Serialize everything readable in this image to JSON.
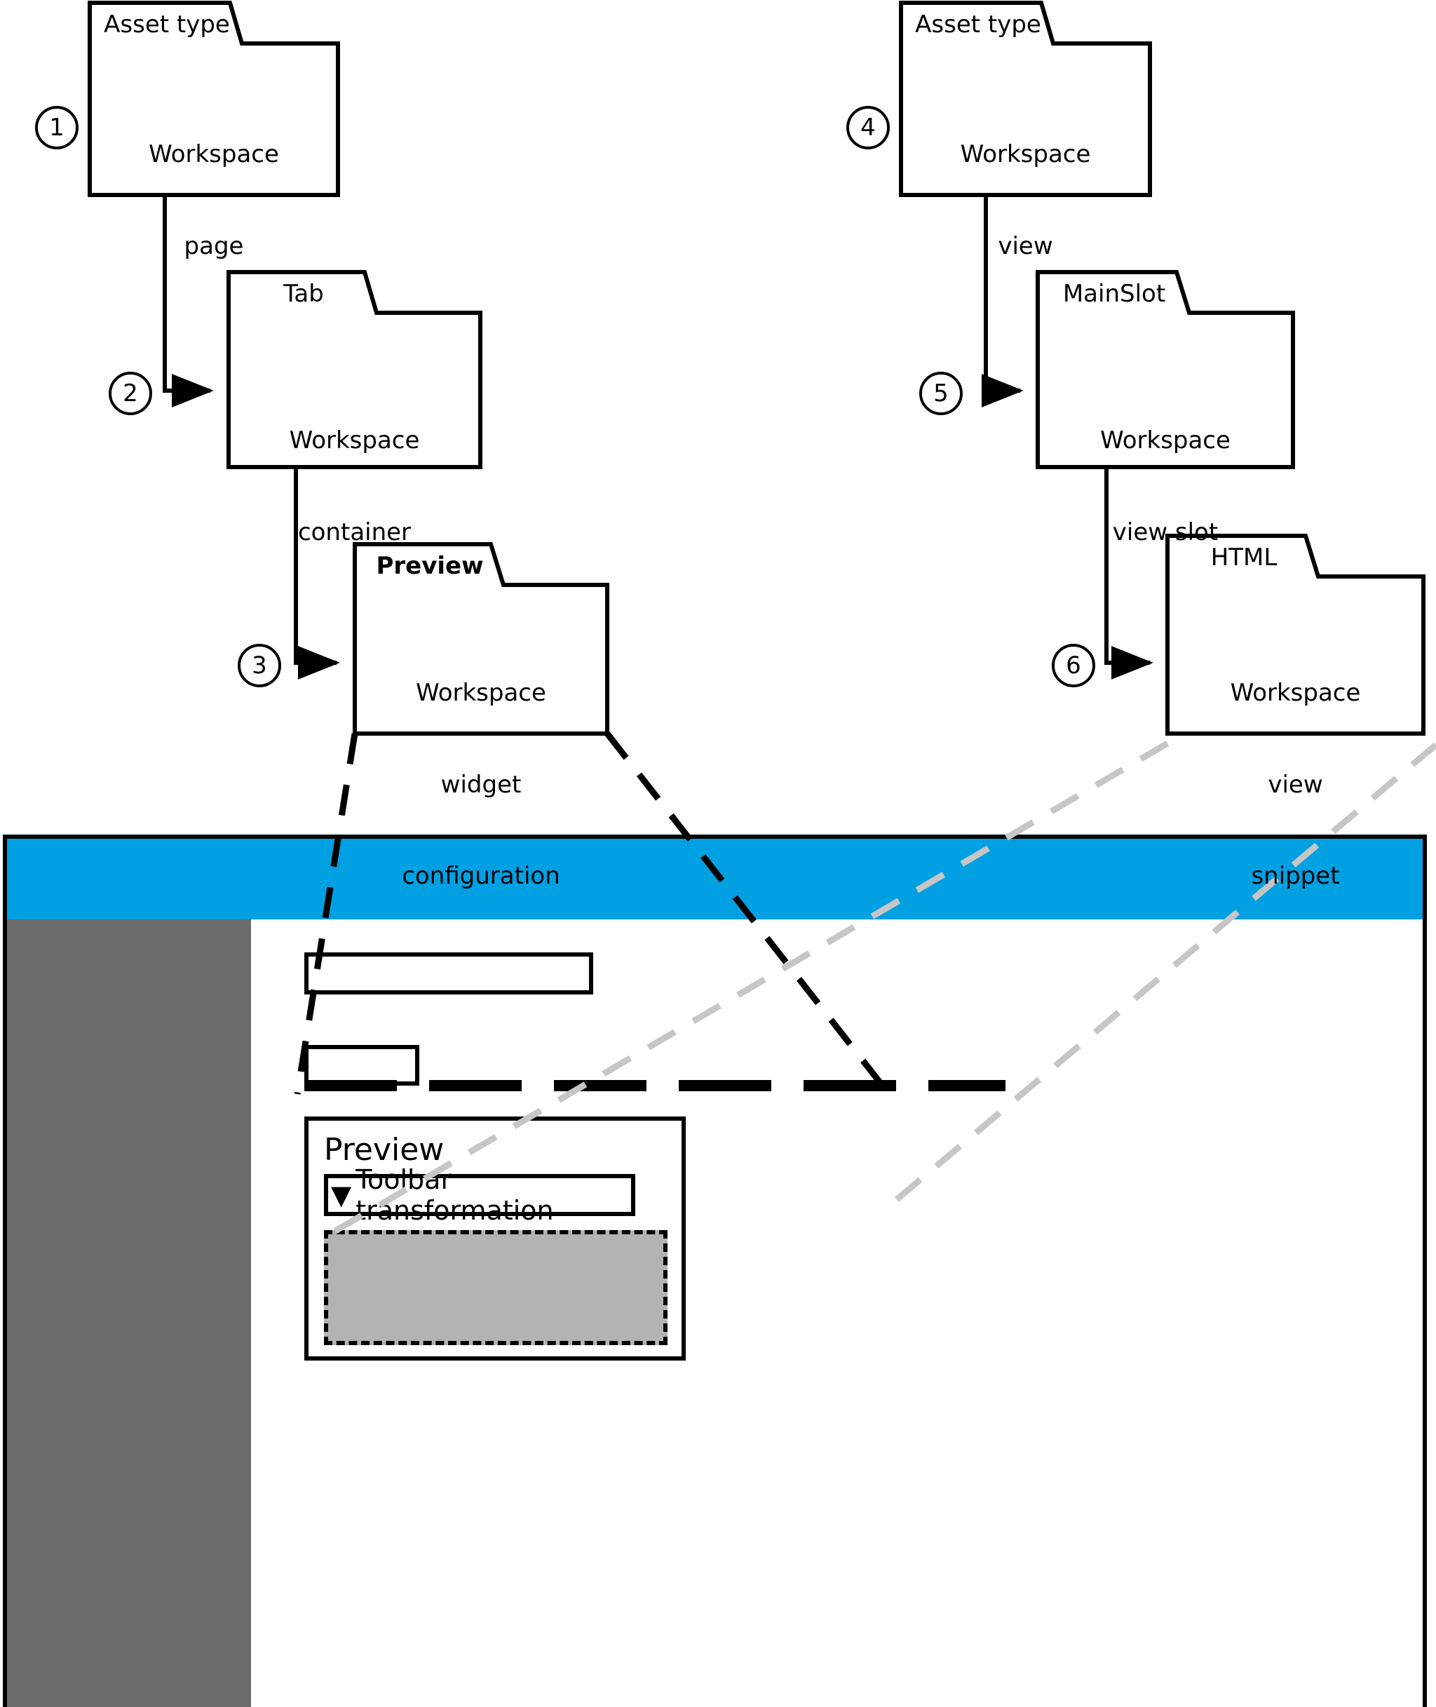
{
  "diagram": {
    "type": "flow-diagram",
    "description": "Mapping of workspace asset types to UI mockup regions",
    "colors": {
      "accent_blue": "#00A0E3",
      "sidebar_gray": "#6B6B6B",
      "placeholder_gray": "#B3B3B3",
      "outline_black": "#000000",
      "leader_gray": "#C6C6C6"
    },
    "nodes": [
      {
        "step": "1",
        "tab": "Asset type",
        "tab_bold": false,
        "body": "Workspace\npage",
        "body_lines": [
          "Workspace",
          "page"
        ]
      },
      {
        "step": "2",
        "tab": "Tab",
        "tab_bold": false,
        "body": "Workspace\ncontainer",
        "body_lines": [
          "Workspace",
          "container"
        ]
      },
      {
        "step": "3",
        "tab": "Preview",
        "tab_bold": true,
        "body": "Workspace\nwidget\nconfiguration",
        "body_lines": [
          "Workspace",
          "widget",
          "configuration"
        ]
      },
      {
        "step": "4",
        "tab": "Asset type",
        "tab_bold": false,
        "body": "Workspace\nview",
        "body_lines": [
          "Workspace",
          "view"
        ]
      },
      {
        "step": "5",
        "tab": "MainSlot",
        "tab_bold": false,
        "body": "Workspace\nview slot",
        "body_lines": [
          "Workspace",
          "view slot"
        ]
      },
      {
        "step": "6",
        "tab": "HTML",
        "tab_bold": false,
        "body": "Workspace\nview\nsnippet",
        "body_lines": [
          "Workspace",
          "view",
          "snippet"
        ]
      }
    ],
    "edges": [
      {
        "from": "1",
        "to": "2",
        "label": "2"
      },
      {
        "from": "2",
        "to": "3",
        "label": "3"
      },
      {
        "from": "4",
        "to": "5",
        "label": "5"
      },
      {
        "from": "5",
        "to": "6",
        "label": "6"
      }
    ]
  },
  "mockup": {
    "header_bar": {
      "name": "application header bar",
      "color": "#00A0E3"
    },
    "sidebar": {
      "name": "navigation sidebar",
      "color": "#6B6B6B"
    },
    "page_title_placeholder": "",
    "tab_label_placeholder": "",
    "preview_panel": {
      "title": "Preview",
      "dropdown": {
        "caret": "▼",
        "label": "Toolbar transformation"
      },
      "widget_placeholder": ""
    }
  }
}
